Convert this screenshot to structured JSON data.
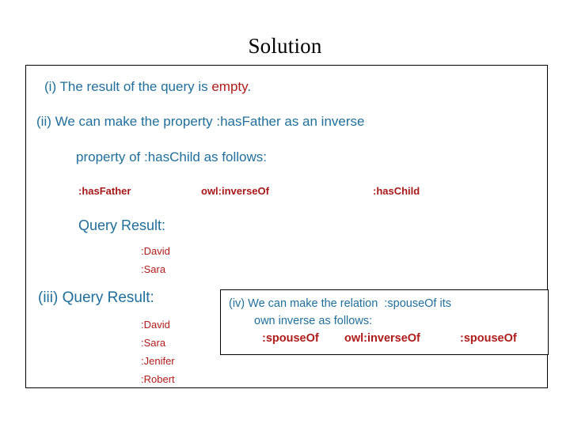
{
  "slide": {
    "title": "Solution",
    "title_color": "#000000",
    "accent_blue": "#1f6f9a",
    "accent_red": "#b01b1b",
    "accent_red_bold": "#a81818",
    "border_color": "#000000"
  },
  "items": {
    "i": {
      "prefix": "(i) The result of the query is ",
      "emphasis": "empty",
      "suffix": "."
    },
    "ii": {
      "line1": "(ii) We can make the property :hasFather as an inverse",
      "line2": "property of :hasChild as follows:",
      "triple": {
        "subject": ":hasFather",
        "predicate": "owl:inverseOf",
        "object": ":hasChild"
      },
      "query_result_label": "Query Result:",
      "query_results": [
        ":David",
        ":Sara"
      ]
    },
    "iii": {
      "label": "(iii) Query Result:",
      "query_results": [
        ":David",
        ":Sara",
        ":Jenifer",
        ":Robert"
      ]
    },
    "iv": {
      "line1": "(iv) We can make the relation  :spouseOf its",
      "line2": "own inverse as follows:",
      "triple": {
        "subject": ":spouseOf",
        "predicate": "owl:inverseOf",
        "object": ":spouseOf"
      }
    }
  }
}
